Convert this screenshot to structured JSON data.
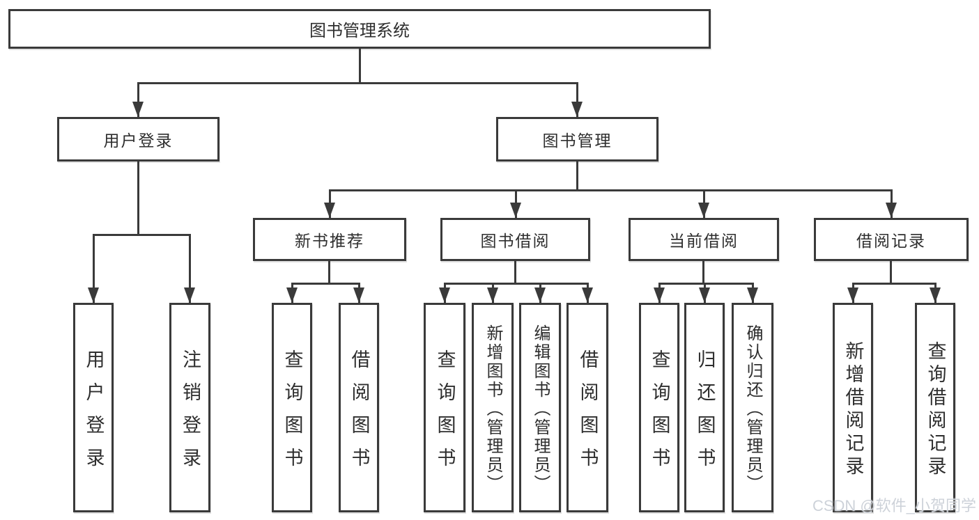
{
  "tree": {
    "root": "图书管理系统",
    "l2": [
      {
        "label": "用户登录",
        "leaves": [
          "用户登录",
          "注销登录"
        ]
      },
      {
        "label": "图书管理",
        "l3": [
          {
            "label": "新书推荐",
            "leaves": [
              "查询图书",
              "借阅图书"
            ]
          },
          {
            "label": "图书借阅",
            "leaves": [
              "查询图书",
              "新增图书（管理员）",
              "编辑图书（管理员）",
              "借阅图书"
            ]
          },
          {
            "label": "当前借阅",
            "leaves": [
              "查询图书",
              "归还图书",
              "确认归还（管理员）"
            ]
          },
          {
            "label": "借阅记录",
            "leaves": [
              "新增借阅记录",
              "查询借阅记录"
            ]
          }
        ]
      }
    ]
  },
  "watermark": "CSDN @软件_小贺同学",
  "colors": {
    "line": "#3a3a3a",
    "text": "#2e2e2e",
    "watermark": "#cdd2d9"
  }
}
